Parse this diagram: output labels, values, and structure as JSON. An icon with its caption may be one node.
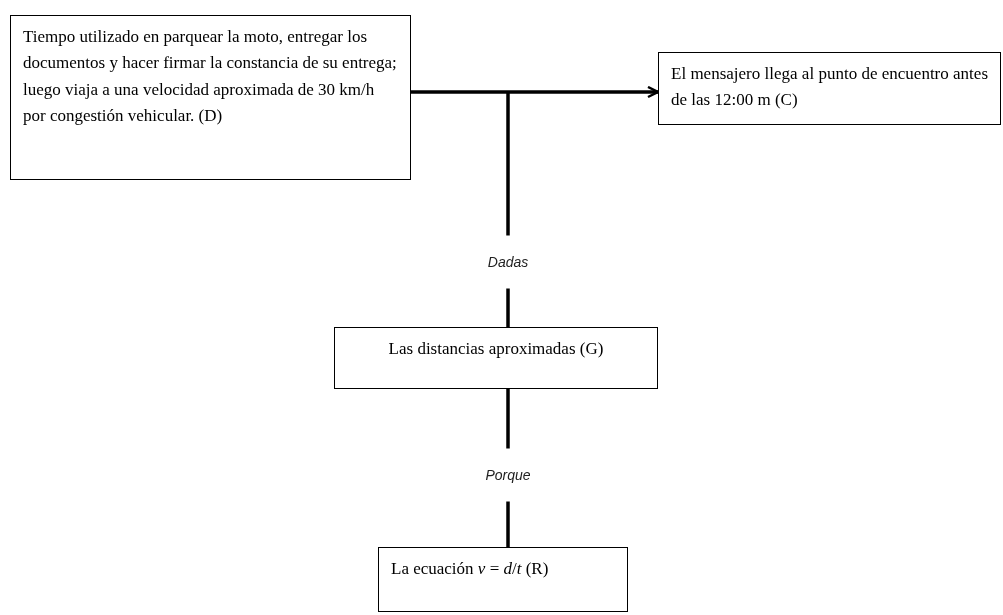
{
  "diagram": {
    "nodes": [
      {
        "text": [
          "Tiempo utilizado en parquear la moto, entregar los documentos y hacer firmar la constancia de su entrega; luego viaja a una velocidad aproximada de 30 km/h por congestión vehicular. (D)"
        ]
      },
      {
        "text": [
          "El mensajero llega al punto de encuentro antes de las 12:00 m (C)"
        ]
      },
      {
        "text": [
          "Las distancias aproximadas (G)"
        ]
      },
      {
        "text": [
          "La ecuación *v* = *d*/*t* (R)"
        ]
      }
    ],
    "edges": [
      {
        "from": 0,
        "to": 1,
        "arrow": "to"
      },
      {
        "from": 2,
        "to": null,
        "arrow": "none",
        "label": "Dadas"
      },
      {
        "from": 3,
        "to": 2,
        "arrow": "none",
        "label": "Porque"
      }
    ]
  }
}
